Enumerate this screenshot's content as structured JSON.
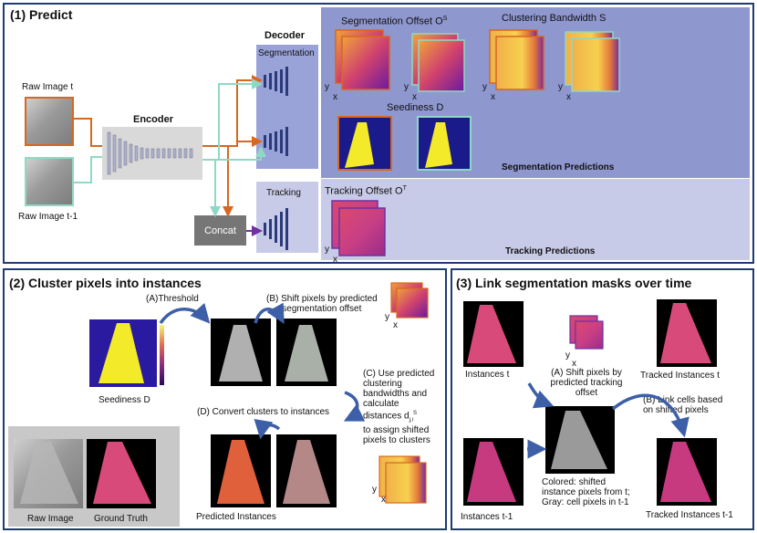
{
  "panels": {
    "predict": {
      "title": "(1) Predict"
    },
    "cluster": {
      "title": "(2) Cluster pixels into instances"
    },
    "link": {
      "title": "(3) Link segmentation masks over time"
    }
  },
  "predict": {
    "raw_t": "Raw Image t",
    "raw_t1": "Raw Image t-1",
    "encoder": "Encoder",
    "decoder": "Decoder",
    "segmentation": "Segmentation",
    "tracking": "Tracking",
    "concat": "Concat",
    "seg_offset": "Segmentation Offset O",
    "seg_offset_sup": "S",
    "clustering_bw": "Clustering Bandwidth S",
    "seediness": "Seediness D",
    "seg_predictions": "Segmentation Predictions",
    "tracking_offset": "Tracking Offset O",
    "tracking_offset_sup": "T",
    "tracking_predictions": "Tracking Predictions",
    "axis_x": "x",
    "axis_y": "y"
  },
  "cluster": {
    "threshold": "(A)Threshold",
    "shift_a": "(B) Shift pixels by predicted",
    "shift_b": "segmentation offset",
    "c_lines": [
      "(C) Use predicted",
      "clustering",
      "bandwidths and",
      "calculate",
      "distances d",
      "to assign shifted",
      "pixels to clusters"
    ],
    "c_sub": "j,i",
    "c_sup": "S",
    "convert": "(D) Convert clusters to instances",
    "seediness": "Seediness D",
    "raw_image": "Raw Image",
    "ground_truth": "Ground Truth",
    "predicted_instances": "Predicted Instances"
  },
  "link": {
    "instances_t": "Instances t",
    "tracked_t": "Tracked Instances t",
    "shift_lines": [
      "(A) Shift pixels by",
      "predicted tracking",
      "offset"
    ],
    "link_lines": [
      "(B) Link cells based",
      "on shifted pixels"
    ],
    "colored_lines": [
      "Colored: shifted",
      "instance pixels from t;",
      "Gray: cell pixels in t-1"
    ],
    "instances_t1": "Instances t-1",
    "tracked_t1": "Tracked Instances t-1"
  },
  "colors": {
    "frame": "#1f3a75",
    "orange": "#d8671f",
    "teal": "#8fd9c4",
    "purple": "#7030a0",
    "blue_arrow": "#4472c4",
    "seg_panel": "#8f97cf",
    "track_panel": "#c8cbe8"
  }
}
